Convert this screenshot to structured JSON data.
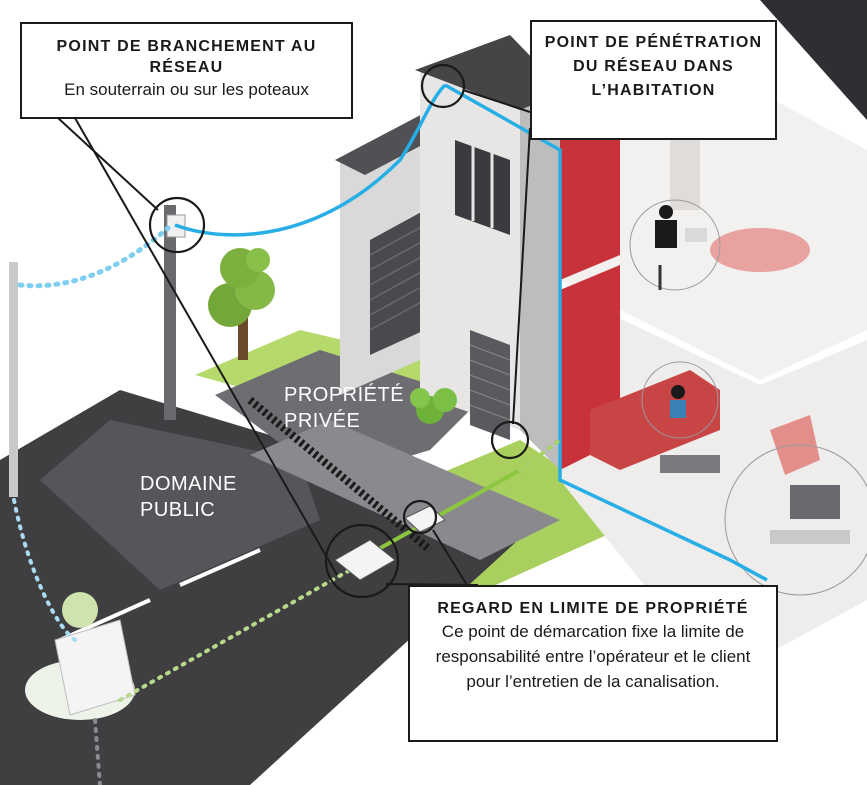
{
  "callouts": {
    "branchement": {
      "title": "POINT DE BRANCHEMENT AU RÉSEAU",
      "subtitle": "En souterrain ou sur les poteaux"
    },
    "penetration": {
      "title": "POINT DE PÉNÉTRATION DU RÉSEAU DANS L’HABITATION"
    },
    "regard": {
      "title": "REGARD EN LIMITE DE PROPRIÉTÉ",
      "text": "Ce point de démarcation fixe la limite de responsabilité entre l’opérateur et le client pour l’entretien de la canalisation."
    }
  },
  "zones": {
    "private": "PROPRIÉTÉ PRIVÉE",
    "public": "DOMAINE PUBLIC"
  },
  "colors": {
    "aerial_line": "#27aee6",
    "underground_line": "#8cc63f",
    "house_red": "#c8323a",
    "road": "#3f3f42",
    "grass": "#b5d96a"
  },
  "icons": [
    "tree-icon",
    "utility-pole-icon",
    "street-cabinet-icon",
    "person-desk-icon",
    "person-sofa-icon",
    "tv-icon"
  ]
}
